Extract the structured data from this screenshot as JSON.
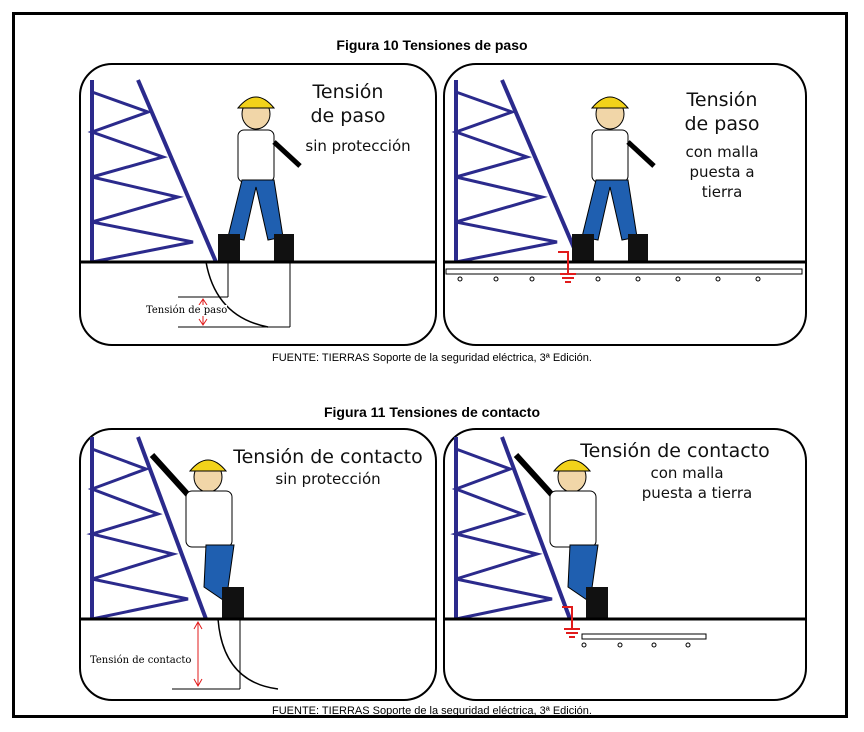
{
  "figure10": {
    "title": "Figura 10 Tensiones de paso",
    "panel_left": {
      "line1": "Tensión",
      "line2": "de paso",
      "line3": "sin protección",
      "label": "Tensión de paso"
    },
    "panel_right": {
      "line1": "Tensión",
      "line2": "de paso",
      "line3": "con malla",
      "line4": "puesta a",
      "line5": "tierra"
    },
    "source": "FUENTE: TIERRAS Soporte de la seguridad eléctrica, 3ª Edición."
  },
  "figure11": {
    "title": "Figura 11 Tensiones de contacto",
    "panel_left": {
      "line1": "Tensión de contacto",
      "line2": "sin protección",
      "label": "Tensión de contacto"
    },
    "panel_right": {
      "line1": "Tensión de contacto",
      "line2": "con malla",
      "line3": "puesta a tierra"
    },
    "source": "FUENTE: TIERRAS Soporte de la seguridad eléctrica, 3ª Edición."
  },
  "colors": {
    "tower": "#2b2a8c",
    "helmet": "#f2d21a",
    "pants": "#1f5fb0",
    "ground_marker": "#e11b1b"
  },
  "icons": [
    "transmission-tower-icon",
    "worker-icon",
    "ground-rod-icon"
  ]
}
